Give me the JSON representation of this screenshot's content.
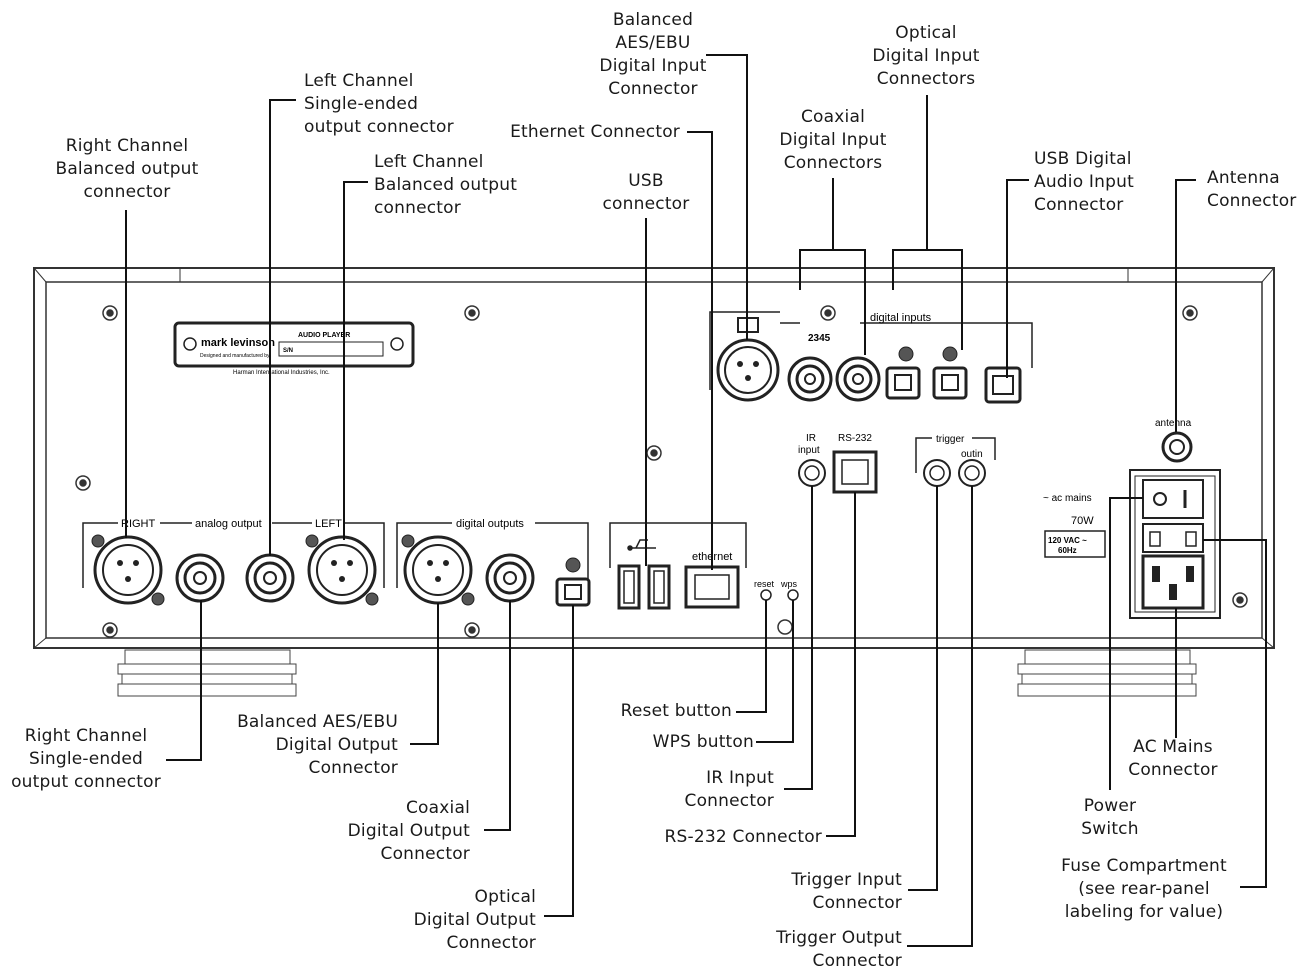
{
  "panel": {
    "brand": "mark levinson",
    "model": "AUDIO PLAYER",
    "tagline": "Designed and manufactured by",
    "sn_label": "S/N",
    "maker": "Harman International Industries, Inc.",
    "analog_output": "analog output",
    "right": "RIGHT",
    "left": "LEFT",
    "digital_outputs": "digital outputs",
    "digital_inputs": "digital inputs",
    "digital_inputs_nums": "2345",
    "ethernet": "ethernet",
    "reset": "reset",
    "wps": "wps",
    "ir": "IR",
    "input": "input",
    "rs232": "RS-232",
    "trigger": "trigger",
    "outin": "outin",
    "antenna": "antenna",
    "ac_mains": "~ ac mains",
    "power": "70W",
    "voltage1": "120 VAC ~",
    "voltage2": "60Hz"
  },
  "callouts": {
    "right_balanced": [
      "Right Channel",
      "Balanced output",
      "connector"
    ],
    "left_single": [
      "Left Channel",
      "Single-ended",
      "output connector"
    ],
    "left_balanced": [
      "Left Channel",
      "Balanced output",
      "connector"
    ],
    "ethernet": [
      "Ethernet Connector"
    ],
    "usb": [
      "USB",
      "connector"
    ],
    "aes_input": [
      "Balanced",
      "AES/EBU",
      "Digital Input",
      "Connector"
    ],
    "coax_input": [
      "Coaxial",
      "Digital Input",
      "Connectors"
    ],
    "optical_input": [
      "Optical",
      "Digital Input",
      "Connectors"
    ],
    "usb_audio": [
      "USB Digital",
      "Audio Input",
      "Connector"
    ],
    "antenna": [
      "Antenna",
      "Connector"
    ],
    "right_single": [
      "Right Channel",
      "Single-ended",
      "output connector"
    ],
    "aes_output": [
      "Balanced AES/EBU",
      "Digital Output",
      "Connector"
    ],
    "coax_output": [
      "Coaxial",
      "Digital Output",
      "Connector"
    ],
    "optical_output": [
      "Optical",
      "Digital Output",
      "Connector"
    ],
    "reset": [
      "Reset button"
    ],
    "wps": [
      "WPS button"
    ],
    "ir": [
      "IR Input",
      "Connector"
    ],
    "rs232": [
      "RS-232 Connector"
    ],
    "trigger_in": [
      "Trigger Input",
      "Connector"
    ],
    "trigger_out": [
      "Trigger Output",
      "Connector"
    ],
    "ac_mains": [
      "AC Mains",
      "Connector"
    ],
    "power_switch": [
      "Power",
      "Switch"
    ],
    "fuse": [
      "Fuse Compartment",
      "(see rear-panel",
      "labeling for value)"
    ]
  }
}
